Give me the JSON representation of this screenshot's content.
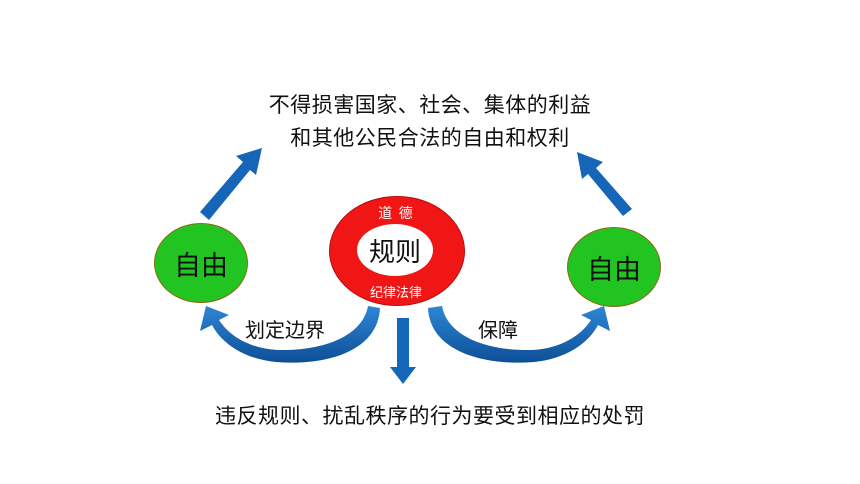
{
  "top_text": {
    "line1": "不得损害国家、社会、集体的利益",
    "line2": "和其他公民合法的自由和权利"
  },
  "left_circle": {
    "label": "自由"
  },
  "right_circle": {
    "label": "自由"
  },
  "center": {
    "label": "规则",
    "ring_top": "道 德",
    "ring_bottom": "纪律法律"
  },
  "left_arrow_label": "划定边界",
  "right_arrow_label": "保障",
  "bottom_text": "违反规则、扰乱秩序的行为要受到相应的处罚",
  "colors": {
    "freedom": "#22c422",
    "ring": "#f01616",
    "arrow": "#1565b8"
  }
}
